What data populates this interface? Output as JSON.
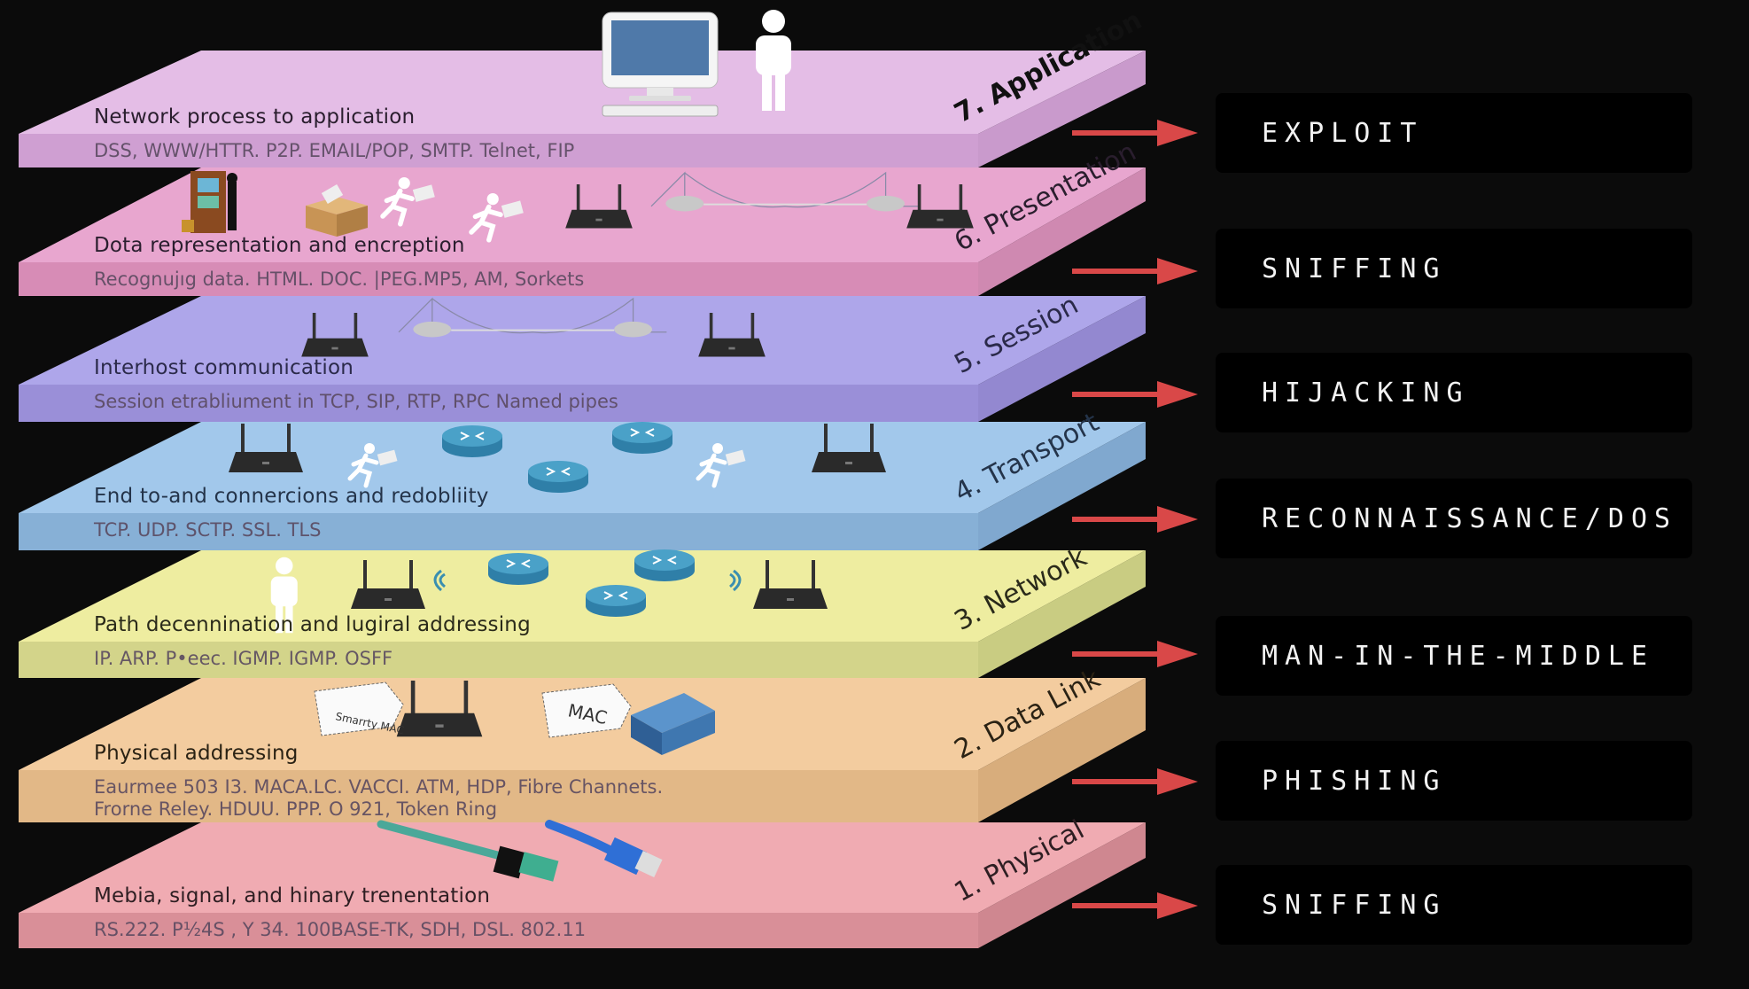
{
  "title": "OSI Model Attacks",
  "layers": [
    {
      "number": 7,
      "name": "7. Application",
      "description": "Network process to application",
      "protocols": [
        "DSS, WWW/HTTR. P2P. EMAIL/POP, SMTP. Telnet, FIP"
      ],
      "top_color": "#e4bde6",
      "front_color": "#cf9fd2",
      "side_color": "#c99acc",
      "text_color": "#2a1e2e",
      "name_color": "#111111",
      "attack": "EXPLOIT",
      "icons": [
        "computer-icon",
        "person-icon"
      ]
    },
    {
      "number": 6,
      "name": "6. Presentation",
      "description": "Dota representation and encreption",
      "protocols": [
        "Recognujıg data. HTML. DOC. |PEG.MP5, AM, Sorkets"
      ],
      "top_color": "#e8a6cf",
      "front_color": "#d78cb6",
      "side_color": "#cf89b1",
      "text_color": "#2a1e2e",
      "name_color": "#2a1e2e",
      "attack": "SNIFFING",
      "icons": [
        "atm-icon",
        "box-icon",
        "runner-icon",
        "runner-icon",
        "router-icon",
        "bridge-icon",
        "router-icon"
      ]
    },
    {
      "number": 5,
      "name": "5. Session",
      "description": "Interhost communication",
      "protocols": [
        "Session etrabliument in TCP, SIP, RTP, RPC Named pipes"
      ],
      "top_color": "#aea6ea",
      "front_color": "#9a8fd8",
      "side_color": "#9388d0",
      "text_color": "#2b2a4a",
      "name_color": "#2b2a4a",
      "attack": "HIJACKING",
      "icons": [
        "router-icon",
        "bridge-icon",
        "router-icon"
      ]
    },
    {
      "number": 4,
      "name": "4. Transport",
      "description": "End to-and connercions and redobliity",
      "protocols": [
        "TCP. UDP. SCTP. SSL. TLS"
      ],
      "top_color": "#a2c8eb",
      "front_color": "#87b0d6",
      "side_color": "#80a8cf",
      "text_color": "#24344a",
      "name_color": "#24344a",
      "attack": "RECONNAISSANCE/DOS",
      "icons": [
        "router-icon",
        "runner-icon",
        "router-disc-icon",
        "router-disc-icon",
        "router-disc-icon",
        "runner-icon",
        "router-icon"
      ]
    },
    {
      "number": 3,
      "name": "3. Network",
      "description": "Path decennination and lugiral addressing",
      "protocols": [
        "IP. ARP. P•eec. IGMP. IGMP. OSFF"
      ],
      "top_color": "#eeeda0",
      "front_color": "#d3d48a",
      "side_color": "#c9cc82",
      "text_color": "#2a2a1a",
      "name_color": "#2a2a1a",
      "attack": "MAN-IN-THE-MIDDLE",
      "icons": [
        "person-icon",
        "router-icon",
        "wifi-icon",
        "router-disc-icon",
        "router-disc-icon",
        "router-disc-icon",
        "wifi-icon",
        "router-icon"
      ]
    },
    {
      "number": 2,
      "name": "2. Data Link",
      "description": "Physical addressing",
      "protocols": [
        "Eaurmee 503 I3. MACA.LC. VACCI. ATM, HDP, Fibre Channets.",
        "Frorne Reley. HDUU.  PPP. O 921, Token Ring"
      ],
      "top_color": "#f3cc9f",
      "front_color": "#e2b887",
      "side_color": "#d8ad7c",
      "text_color": "#2a2214",
      "name_color": "#2a2214",
      "attack": "PHISHING",
      "icons": [
        "mac-tag-icon",
        "router-icon",
        "mac-tag-icon",
        "switch-icon"
      ],
      "tags": [
        "Smarrty MAC",
        "MAC"
      ]
    },
    {
      "number": 1,
      "name": "1. Physical",
      "description": "Mebia, signal, and hinary trenentation",
      "protocols": [
        "RS.222. P½4S , Y 34. 100BASE-TK, SDH, DSL. 802.11"
      ],
      "top_color": "#f0abb2",
      "front_color": "#d98f98",
      "side_color": "#cf8790",
      "text_color": "#2e1e22",
      "name_color": "#2e1e22",
      "attack": "SNIFFING",
      "icons": [
        "fiber-cable-icon",
        "ethernet-cable-icon"
      ]
    }
  ],
  "colors": {
    "background": "#0b0b0b",
    "arrow": "#d94848",
    "attack_box": "#000000",
    "attack_text": "#f2f2f2"
  }
}
